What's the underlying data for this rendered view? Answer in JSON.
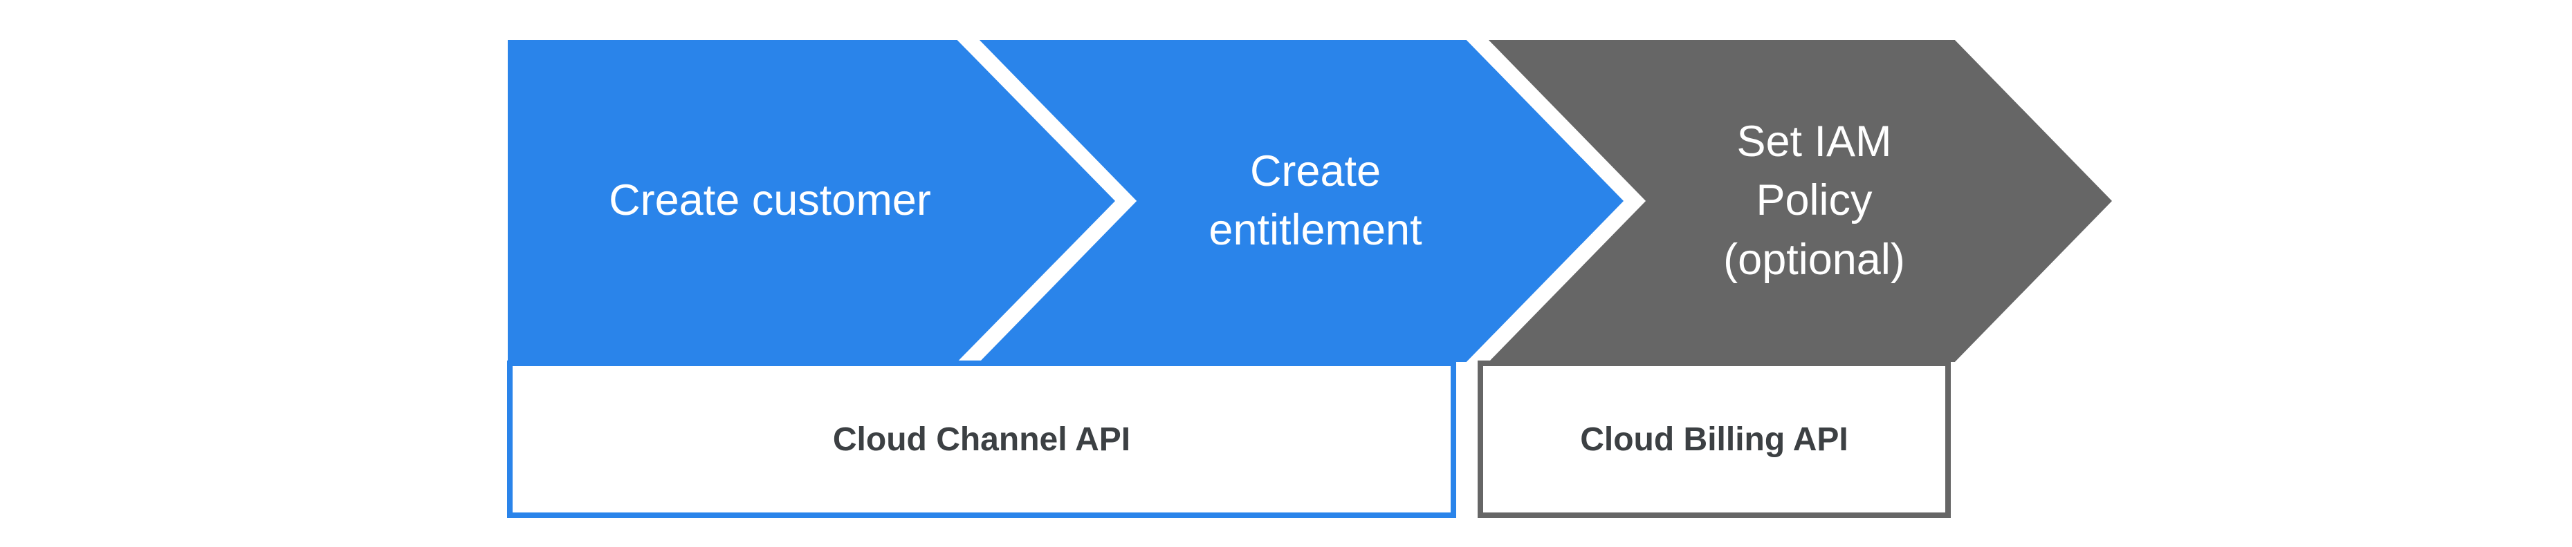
{
  "colors": {
    "blue": "#2a84ea",
    "gray": "#666666",
    "arrow_text": "#ffffff",
    "label_text": "#3c4043",
    "background": "#ffffff"
  },
  "steps": [
    {
      "label": "Create customer"
    },
    {
      "label": "Create\nentitlement"
    },
    {
      "label": "Set IAM\nPolicy\n(optional)"
    }
  ],
  "apis": [
    {
      "label": "Cloud Channel API"
    },
    {
      "label": "Cloud Billing API"
    }
  ]
}
